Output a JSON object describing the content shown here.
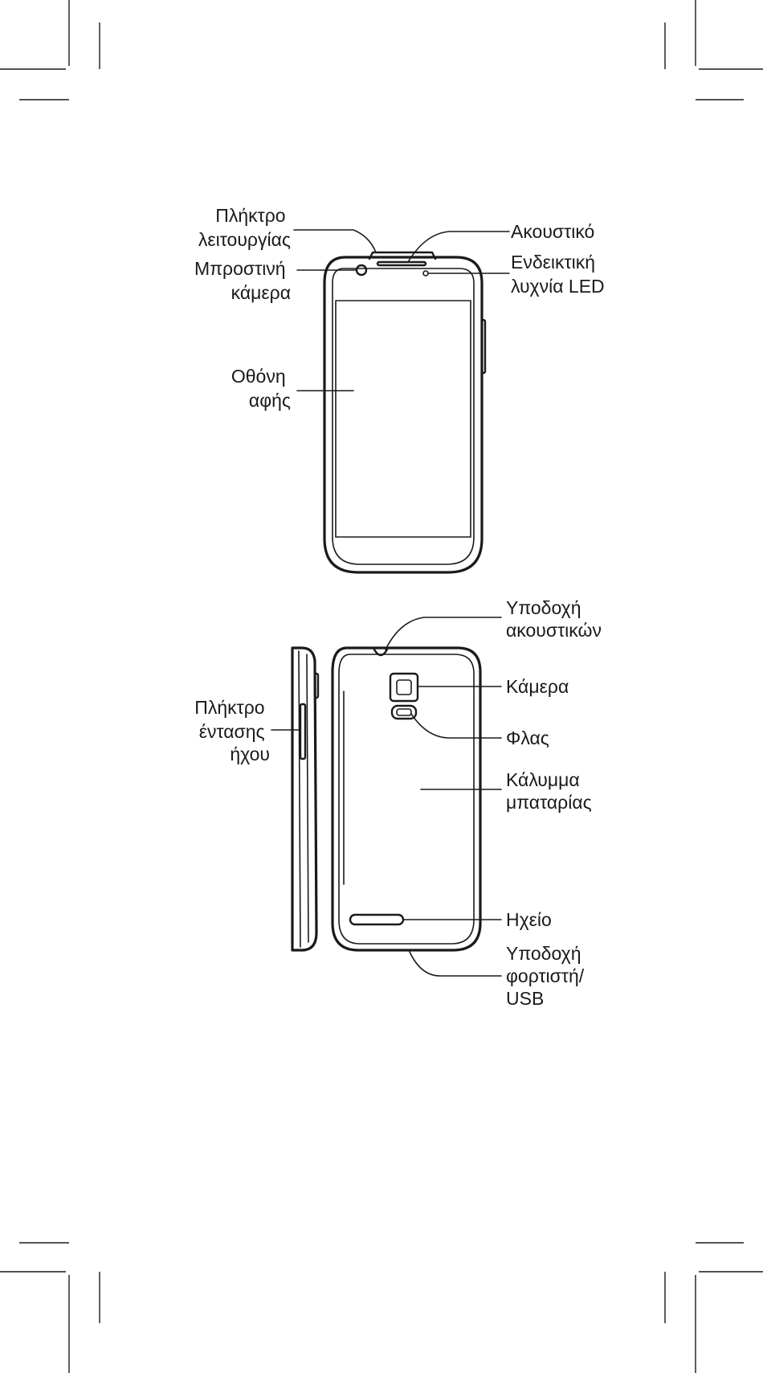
{
  "front_view": {
    "function_key": {
      "line1": "Πλήκτρο",
      "line2": "λειτουργίας"
    },
    "front_camera": {
      "line1": "Μπροστινή",
      "line2": "κάμερα"
    },
    "touchscreen": {
      "line1": "Οθόνη",
      "line2": "αφής"
    },
    "earpiece": {
      "line1": "Ακουστικό"
    },
    "led_indicator": {
      "line1": "Ενδεικτική",
      "line2": "λυχνία LED"
    }
  },
  "back_view": {
    "headset_jack": {
      "line1": "Υποδοχή",
      "line2": "ακουστικών"
    },
    "camera": {
      "line1": "Κάμερα"
    },
    "flash": {
      "line1": "Φλας"
    },
    "battery_cover": {
      "line1": "Κάλυμμα",
      "line2": "μπαταρίας"
    },
    "speaker": {
      "line1": "Ηχείο"
    },
    "charger_usb_port": {
      "line1": "Υποδοχή",
      "line2": "φορτιστή/",
      "line3": "USB"
    }
  },
  "side_view": {
    "volume_key": {
      "line1": "Πλήκτρο",
      "line2": "έντασης",
      "line3": "ήχου"
    }
  }
}
